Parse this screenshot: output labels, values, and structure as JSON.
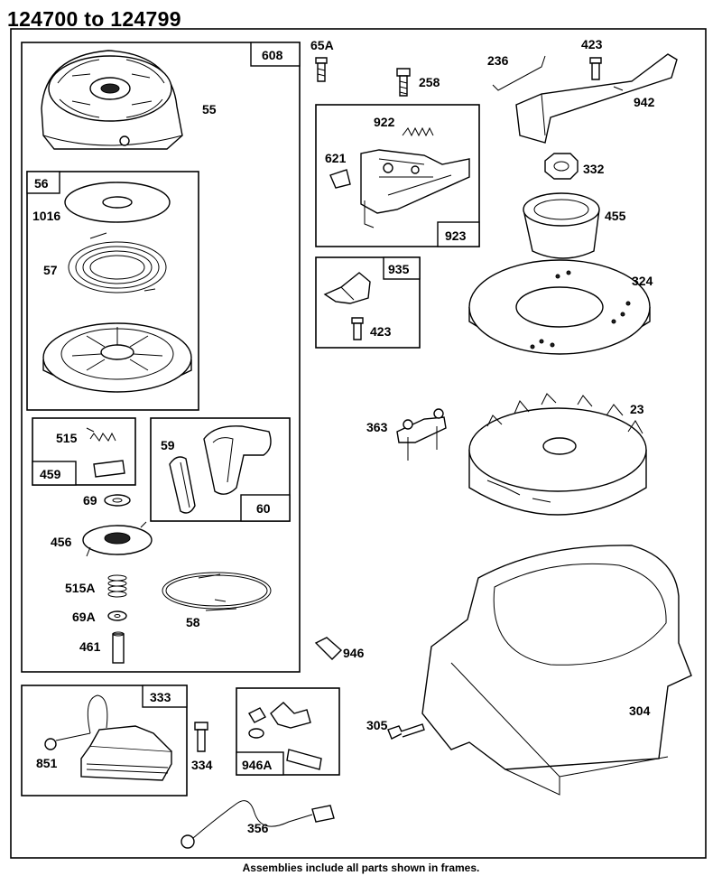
{
  "title": "124700 to 124799",
  "footer": "Assemblies include all parts shown in frames.",
  "labels": {
    "p608": "608",
    "p55": "55",
    "p56": "56",
    "p1016": "1016",
    "p57": "57",
    "p515": "515",
    "p459": "459",
    "p59": "59",
    "p60": "60",
    "p69": "69",
    "p456": "456",
    "p515A": "515A",
    "p69A": "69A",
    "p58": "58",
    "p461": "461",
    "p65A": "65A",
    "p258": "258",
    "p922": "922",
    "p621": "621",
    "p923": "923",
    "p935": "935",
    "p423a": "423",
    "p236": "236",
    "p423b": "423",
    "p942": "942",
    "p332": "332",
    "p455": "455",
    "p324": "324",
    "p363": "363",
    "p23": "23",
    "p946": "946",
    "p304": "304",
    "p305": "305",
    "p333": "333",
    "p851": "851",
    "p334": "334",
    "p946A": "946A",
    "p356": "356"
  }
}
